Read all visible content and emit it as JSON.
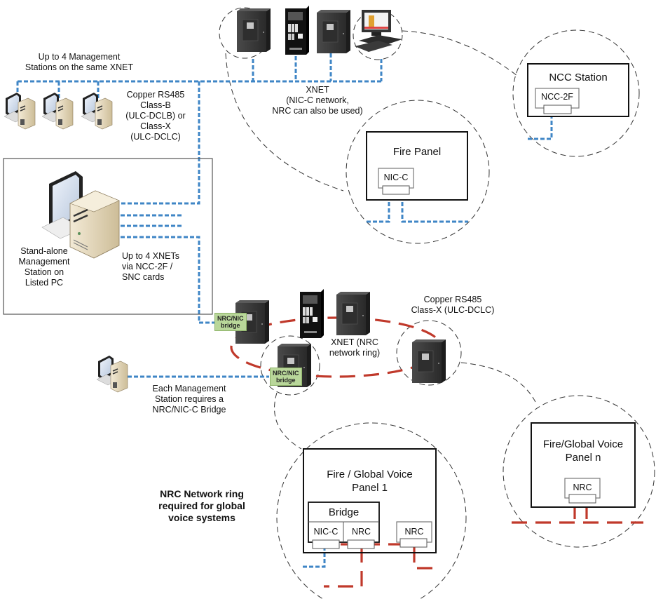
{
  "colors": {
    "copper_link": "#3f86c6",
    "nrc_ring": "#c0392b",
    "callout": "#333333",
    "box_border": "#111111",
    "card_border": "#777777",
    "bridge_tag_bg": "#b9d79a"
  },
  "labels": {
    "mgmt_stations_same_xnet": [
      "Up to 4 Management",
      "Stations on the same XNET"
    ],
    "copper_classb": [
      "Copper RS485",
      "Class-B",
      "(ULC-DCLB) or",
      "Class-X",
      "(ULC-DCLC)"
    ],
    "xnet_nicc": [
      "XNET",
      "(NIC-C network,",
      "NRC can also be used)"
    ],
    "standalone_station": [
      "Stand-alone",
      "Management",
      "Station on",
      "Listed PC"
    ],
    "up_to_4_xnets": [
      "Up to 4 XNETs",
      "via NCC-2F /",
      "SNC cards"
    ],
    "copper_classx": [
      "Copper RS485",
      "Class-X (ULC-DCLC)"
    ],
    "xnet_nrc": [
      "XNET (NRC",
      "network ring)"
    ],
    "each_station_bridge": [
      "Each Management",
      "Station requires a",
      "NRC/NIC-C Bridge"
    ],
    "nrc_ring_required": [
      "NRC Network ring",
      "required for global",
      "voice systems"
    ],
    "bridge_tag": [
      "NRC/NIC",
      "bridge"
    ]
  },
  "boxes": {
    "ncc_station": {
      "title": "NCC Station",
      "card": "NCC-2F"
    },
    "fire_panel": {
      "title": "Fire Panel",
      "card": "NIC-C"
    },
    "voice_panel_1": {
      "title": [
        "Fire / Global Voice",
        "Panel 1"
      ],
      "bridge_title": "Bridge",
      "cards": [
        "NIC-C",
        "NRC",
        "NRC"
      ]
    },
    "voice_panel_n": {
      "title": [
        "Fire/Global Voice",
        "Panel n"
      ],
      "card": "NRC"
    }
  },
  "icons": {
    "workstation": "desktop-pc-icon",
    "server_pc": "tower-pc-icon",
    "fire_panel": "fire-alarm-panel-icon",
    "ncc_workstation": "ncc-workstation-icon"
  }
}
